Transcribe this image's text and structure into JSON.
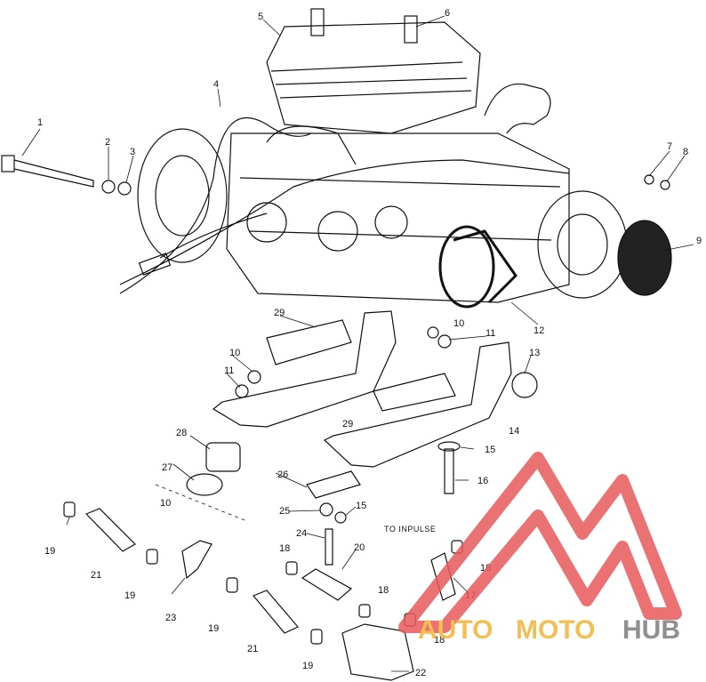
{
  "callouts": {
    "c1": "1",
    "c2": "2",
    "c3": "3",
    "c4": "4",
    "c5": "5",
    "c6": "6",
    "c7": "7",
    "c8": "8",
    "c9": "9",
    "c10a": "10",
    "c10b": "10",
    "c10c": "10",
    "c11a": "11",
    "c11b": "11",
    "c12": "12",
    "c13": "13",
    "c14": "14",
    "c15a": "15",
    "c15b": "15",
    "c16": "16",
    "c17": "17",
    "c18a": "18",
    "c18b": "18",
    "c18c": "18",
    "c18d": "18",
    "c19a": "19",
    "c19b": "19",
    "c19c": "19",
    "c19d": "19",
    "c20": "20",
    "c21": "21",
    "c21b": "21",
    "c22": "22",
    "c23": "23",
    "c24": "24",
    "c25": "25",
    "c26": "26",
    "c27": "27",
    "c28": "28",
    "c29a": "29",
    "c29b": "29"
  },
  "note": "TO INPULSE",
  "watermark": {
    "auto": "AUTO",
    "moto": "MOTO",
    "hub": "HUB"
  },
  "colors": {
    "line": "#111111",
    "watermark_red": "#e8595b",
    "watermark_orange": "#f2b437",
    "watermark_gray": "#7c7c7c"
  }
}
